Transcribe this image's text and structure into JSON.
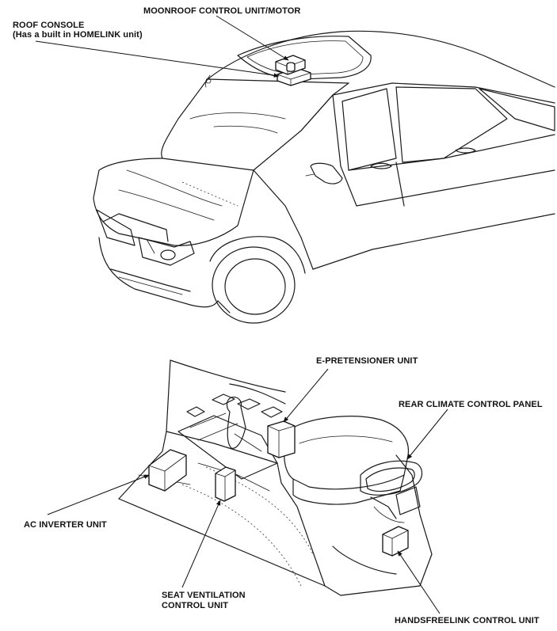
{
  "labels": {
    "moonroof": "MOONROOF CONTROL UNIT/MOTOR",
    "roof_console_line1": "ROOF CONSOLE",
    "roof_console_line2": "(Has a built in HOMELINK unit)",
    "e_pretensioner": "E-PRETENSIONER UNIT",
    "rear_climate": "REAR CLIMATE CONTROL PANEL",
    "ac_inverter": "AC INVERTER UNIT",
    "seat_vent_line1": "SEAT VENTILATION",
    "seat_vent_line2": "CONTROL UNIT",
    "handsfreelink": "HANDSFREELINK CONTROL UNIT"
  }
}
